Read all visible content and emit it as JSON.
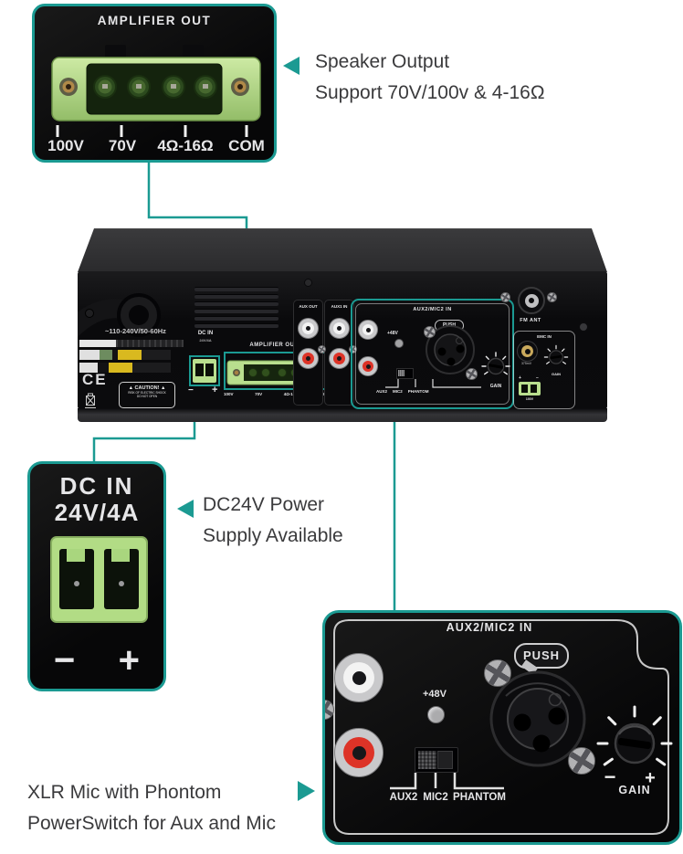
{
  "colors": {
    "accent": "#1b9a92",
    "green": "#b9df8e",
    "red": "#dd3327",
    "note": "#3a3a3c",
    "yellow": "#d9b91f"
  },
  "speaker_note": {
    "line1": "Speaker Output",
    "line2": "Support 70V/100v & 4-16Ω"
  },
  "dc_note": {
    "line1": "DC24V Power",
    "line2": "Supply Available"
  },
  "xlr_note": {
    "line1": "XLR Mic with Phontom",
    "line2": "PowerSwitch for Aux and Mic"
  },
  "amplifier_out": {
    "title": "AMPLIFIER OUT",
    "terminals": [
      "100V",
      "70V",
      "4Ω-16Ω",
      "COM"
    ]
  },
  "dc_in": {
    "title": "DC IN",
    "rating": "24V/4A",
    "minus": "−",
    "plus": "+"
  },
  "aux2mic2": {
    "title": "AUX2/MIC2 IN",
    "phantom": "+48V",
    "push": "PUSH",
    "switch_labels": [
      "AUX2",
      "MIC2",
      "PHANTOM"
    ],
    "gain": "GAIN",
    "minus": "−",
    "plus": "+"
  },
  "rear_panel": {
    "power_rating": "~110-240V/50-60Hz",
    "ce": "CE",
    "caution": "CAUTION!",
    "caution_line1": "RISK OF ELECTRIC SHOCK",
    "caution_line2": "DO NOT OPEN",
    "aux_out": "AUX OUT",
    "aux1_in": "AUX1 IN",
    "fm_ant": "FM ANT",
    "emc": {
      "title": "EMC IN",
      "level": "375mV",
      "gain": "GAIN",
      "plus": "+",
      "minus": "−",
      "terminal": "100V"
    }
  }
}
